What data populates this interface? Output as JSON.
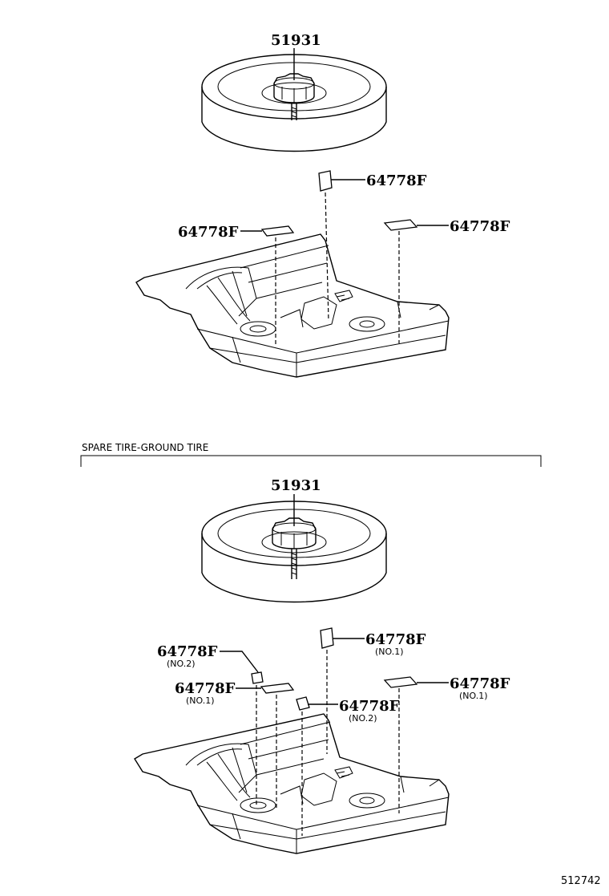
{
  "top_diagram": {
    "tire_part": "51931",
    "sheet_center": "64778F",
    "sheet_left": "64778F",
    "sheet_right": "64778F"
  },
  "section": {
    "header": "SPARE TIRE-GROUND TIRE"
  },
  "bottom_diagram": {
    "tire_part": "51931",
    "sheet_upper_left": "64778F",
    "sheet_upper_left_sub": "(NO.2)",
    "sheet_lower_left": "64778F",
    "sheet_lower_left_sub": "(NO.1)",
    "sheet_center": "64778F",
    "sheet_center_sub": "(NO.1)",
    "sheet_right": "64778F",
    "sheet_right_sub": "(NO.1)",
    "sheet_mid": "64778F",
    "sheet_mid_sub": "(NO.2)"
  },
  "figure_code": "512742"
}
